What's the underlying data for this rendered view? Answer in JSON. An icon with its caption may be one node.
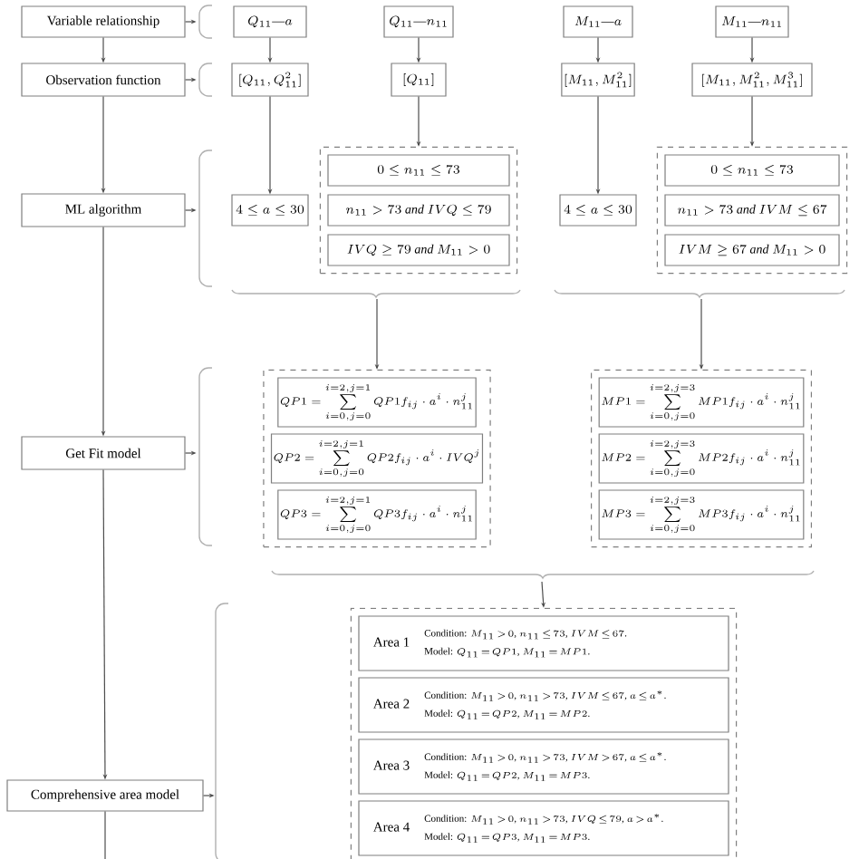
{
  "diagram": {
    "nodes": [
      {
        "text": [
          "Variable relationship"
        ]
      },
      {
        "text": [
          "Q_{11}\\text{—}a"
        ]
      },
      {
        "text": [
          "Q_{11}\\text{—}n_{11}"
        ]
      },
      {
        "text": [
          "M_{11}\\text{—}a"
        ]
      },
      {
        "text": [
          "M_{11}\\text{—}n_{11}"
        ]
      },
      {
        "text": [
          "Observation function"
        ]
      },
      {
        "text": [
          "[Q_{11},Q_{11}^{2}]"
        ]
      },
      {
        "text": [
          "[Q_{11}]"
        ]
      },
      {
        "text": [
          "[M_{11},M_{11}^{2}]"
        ]
      },
      {
        "text": [
          "[M_{11},M_{11}^{2},M_{11}^{3}]"
        ]
      },
      {
        "text": [
          "ML algorithm"
        ]
      },
      {
        "text": [
          "4\\le a\\le 30"
        ]
      },
      {
        "text": [],
        "shape": "box"
      },
      {
        "text": [
          "0\\le n_{11}\\le 73"
        ],
        "in": 12
      },
      {
        "text": [
          "n_{11}>73\\ \\mathit{and}\\ IVQ\\le 79"
        ],
        "in": 12
      },
      {
        "text": [
          "IVQ\\ge 79\\ \\mathit{and}\\ M_{11}>0"
        ],
        "in": 12
      },
      {
        "text": [
          "4\\le a\\le 30"
        ]
      },
      {
        "text": [],
        "shape": "box"
      },
      {
        "text": [
          "0\\le n_{11}\\le 73"
        ],
        "in": 17
      },
      {
        "text": [
          "n_{11}>73\\ \\mathit{and}\\ IVM\\le 67"
        ],
        "in": 17
      },
      {
        "text": [
          "IVM\\ge 67\\ \\mathit{and}\\ M_{11}>0"
        ],
        "in": 17
      },
      {
        "text": [
          "Get Fit model"
        ]
      },
      {
        "text": [],
        "shape": "box"
      },
      {
        "text": [
          "QP1=\\sum_{i=0,j=0}^{i=2,j=1}QP1f_{ij}\\cdot a^{i}\\cdot n_{11}^{j}"
        ],
        "in": 22
      },
      {
        "text": [
          "QP2=\\sum_{i=0,j=0}^{i=2,j=1}QP2f_{ij}\\cdot a^{i}\\cdot IVQ^{j}"
        ],
        "in": 22
      },
      {
        "text": [
          "QP3=\\sum_{i=0,j=0}^{i=2,j=1}QP3f_{ij}\\cdot a^{i}\\cdot n_{11}^{j}"
        ],
        "in": 22
      },
      {
        "text": [],
        "shape": "box"
      },
      {
        "text": [
          "MP1=\\sum_{i=0,j=0}^{i=2,j=3}MP1f_{ij}\\cdot a^{i}\\cdot n_{11}^{j}"
        ],
        "in": 26
      },
      {
        "text": [
          "MP2=\\sum_{i=0,j=0}^{i=2,j=3}MP2f_{ij}\\cdot a^{i}\\cdot n_{11}^{j}"
        ],
        "in": 26
      },
      {
        "text": [
          "MP3=\\sum_{i=0,j=0}^{i=2,j=3}MP3f_{ij}\\cdot a^{i}\\cdot n_{11}^{j}"
        ],
        "in": 26
      },
      {
        "text": [
          "Comprehensive area model"
        ]
      },
      {
        "text": [],
        "shape": "box"
      },
      {
        "text": [
          "Area 1",
          "\\text{Condition: }M_{11}>0\\text{, }n_{11}\\le 73\\text{, }IVM\\le 67\\text{.}",
          "\\text{Model: }Q_{11}=QP1\\text{, }M_{11}=MP1\\text{.}"
        ],
        "in": 31
      },
      {
        "text": [
          "Area 2",
          "\\text{Condition: }M_{11}>0\\text{, }n_{11}>73\\text{, }IVM\\le 67\\text{, }a\\le a^{*}\\text{.}",
          "\\text{Model: }Q_{11}=QP2\\text{, }M_{11}=MP2\\text{.}"
        ],
        "in": 31
      },
      {
        "text": [
          "Area 3",
          "\\text{Condition: }M_{11}>0\\text{, }n_{11}>73\\text{, }IVM>67\\text{, }a\\le a^{*}\\text{.}",
          "\\text{Model: }Q_{11}=QP2\\text{, }M_{11}=MP3\\text{.}"
        ],
        "in": 31
      },
      {
        "text": [
          "Area 4",
          "\\text{Condition: }M_{11}>0\\text{, }n_{11}>73\\text{, }IVQ\\le 79\\text{, }a>a^{*}\\text{.}",
          "\\text{Model: }Q_{11}=QP3\\text{, }M_{11}=MP3\\text{.}"
        ],
        "in": 31
      }
    ],
    "edges": [
      {
        "from": 0,
        "to": 5,
        "arrow": "to"
      },
      {
        "from": 5,
        "to": 10,
        "arrow": "to"
      },
      {
        "from": 10,
        "to": 21,
        "arrow": "to"
      },
      {
        "from": 21,
        "to": 30,
        "arrow": "to"
      },
      {
        "from": 30,
        "to": null,
        "arrow": "none"
      },
      {
        "from": 1,
        "to": 6,
        "arrow": "to"
      },
      {
        "from": 6,
        "to": 11,
        "arrow": "to"
      },
      {
        "from": 2,
        "to": 7,
        "arrow": "to"
      },
      {
        "from": 7,
        "to": 12,
        "arrow": "to"
      },
      {
        "from": 3,
        "to": 8,
        "arrow": "to"
      },
      {
        "from": 8,
        "to": 16,
        "arrow": "to"
      },
      {
        "from": 4,
        "to": 9,
        "arrow": "to"
      },
      {
        "from": 9,
        "to": 17,
        "arrow": "to"
      },
      {
        "from": null,
        "to": 22,
        "arrow": "to"
      },
      {
        "from": null,
        "to": 26,
        "arrow": "to"
      },
      {
        "from": null,
        "to": 31,
        "arrow": "to"
      },
      {
        "from": 0,
        "to": null,
        "arrow": "to"
      },
      {
        "from": 5,
        "to": null,
        "arrow": "to"
      },
      {
        "from": 10,
        "to": null,
        "arrow": "to"
      },
      {
        "from": 21,
        "to": null,
        "arrow": "to"
      },
      {
        "from": 30,
        "to": null,
        "arrow": "to"
      }
    ]
  }
}
